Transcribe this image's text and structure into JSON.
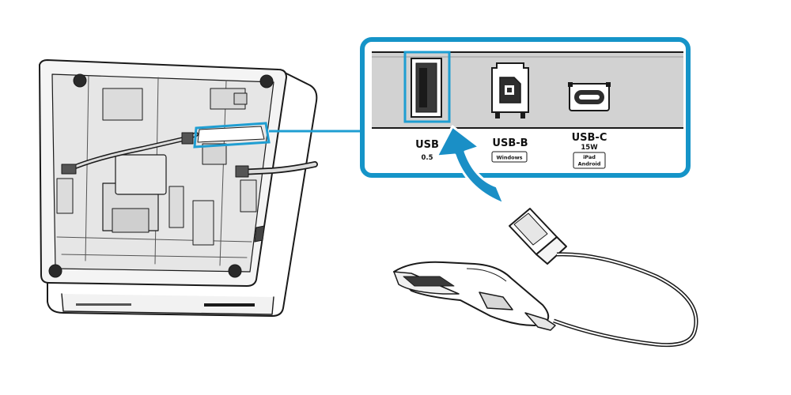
{
  "ports": {
    "usb": {
      "label": "USB",
      "value": "0.5"
    },
    "usb_b": {
      "label": "USB-B",
      "tag": "Windows"
    },
    "usb_c": {
      "label": "USB-C",
      "value": "15W",
      "tag_line1": "iPad",
      "tag_line2": "Android"
    }
  },
  "colors": {
    "callout_border": "#1594c8",
    "highlight": "#1f9ed2",
    "arrow": "#1a8fc6",
    "panel_fill": "#d2d2d2",
    "outline": "#1a1a1a"
  },
  "icons": [
    "device-bottom-illustration",
    "usb-a-port-icon",
    "usb-b-port-icon",
    "usb-c-port-icon",
    "insert-arrow-icon",
    "barcode-scanner-icon",
    "usb-a-plug-icon"
  ]
}
